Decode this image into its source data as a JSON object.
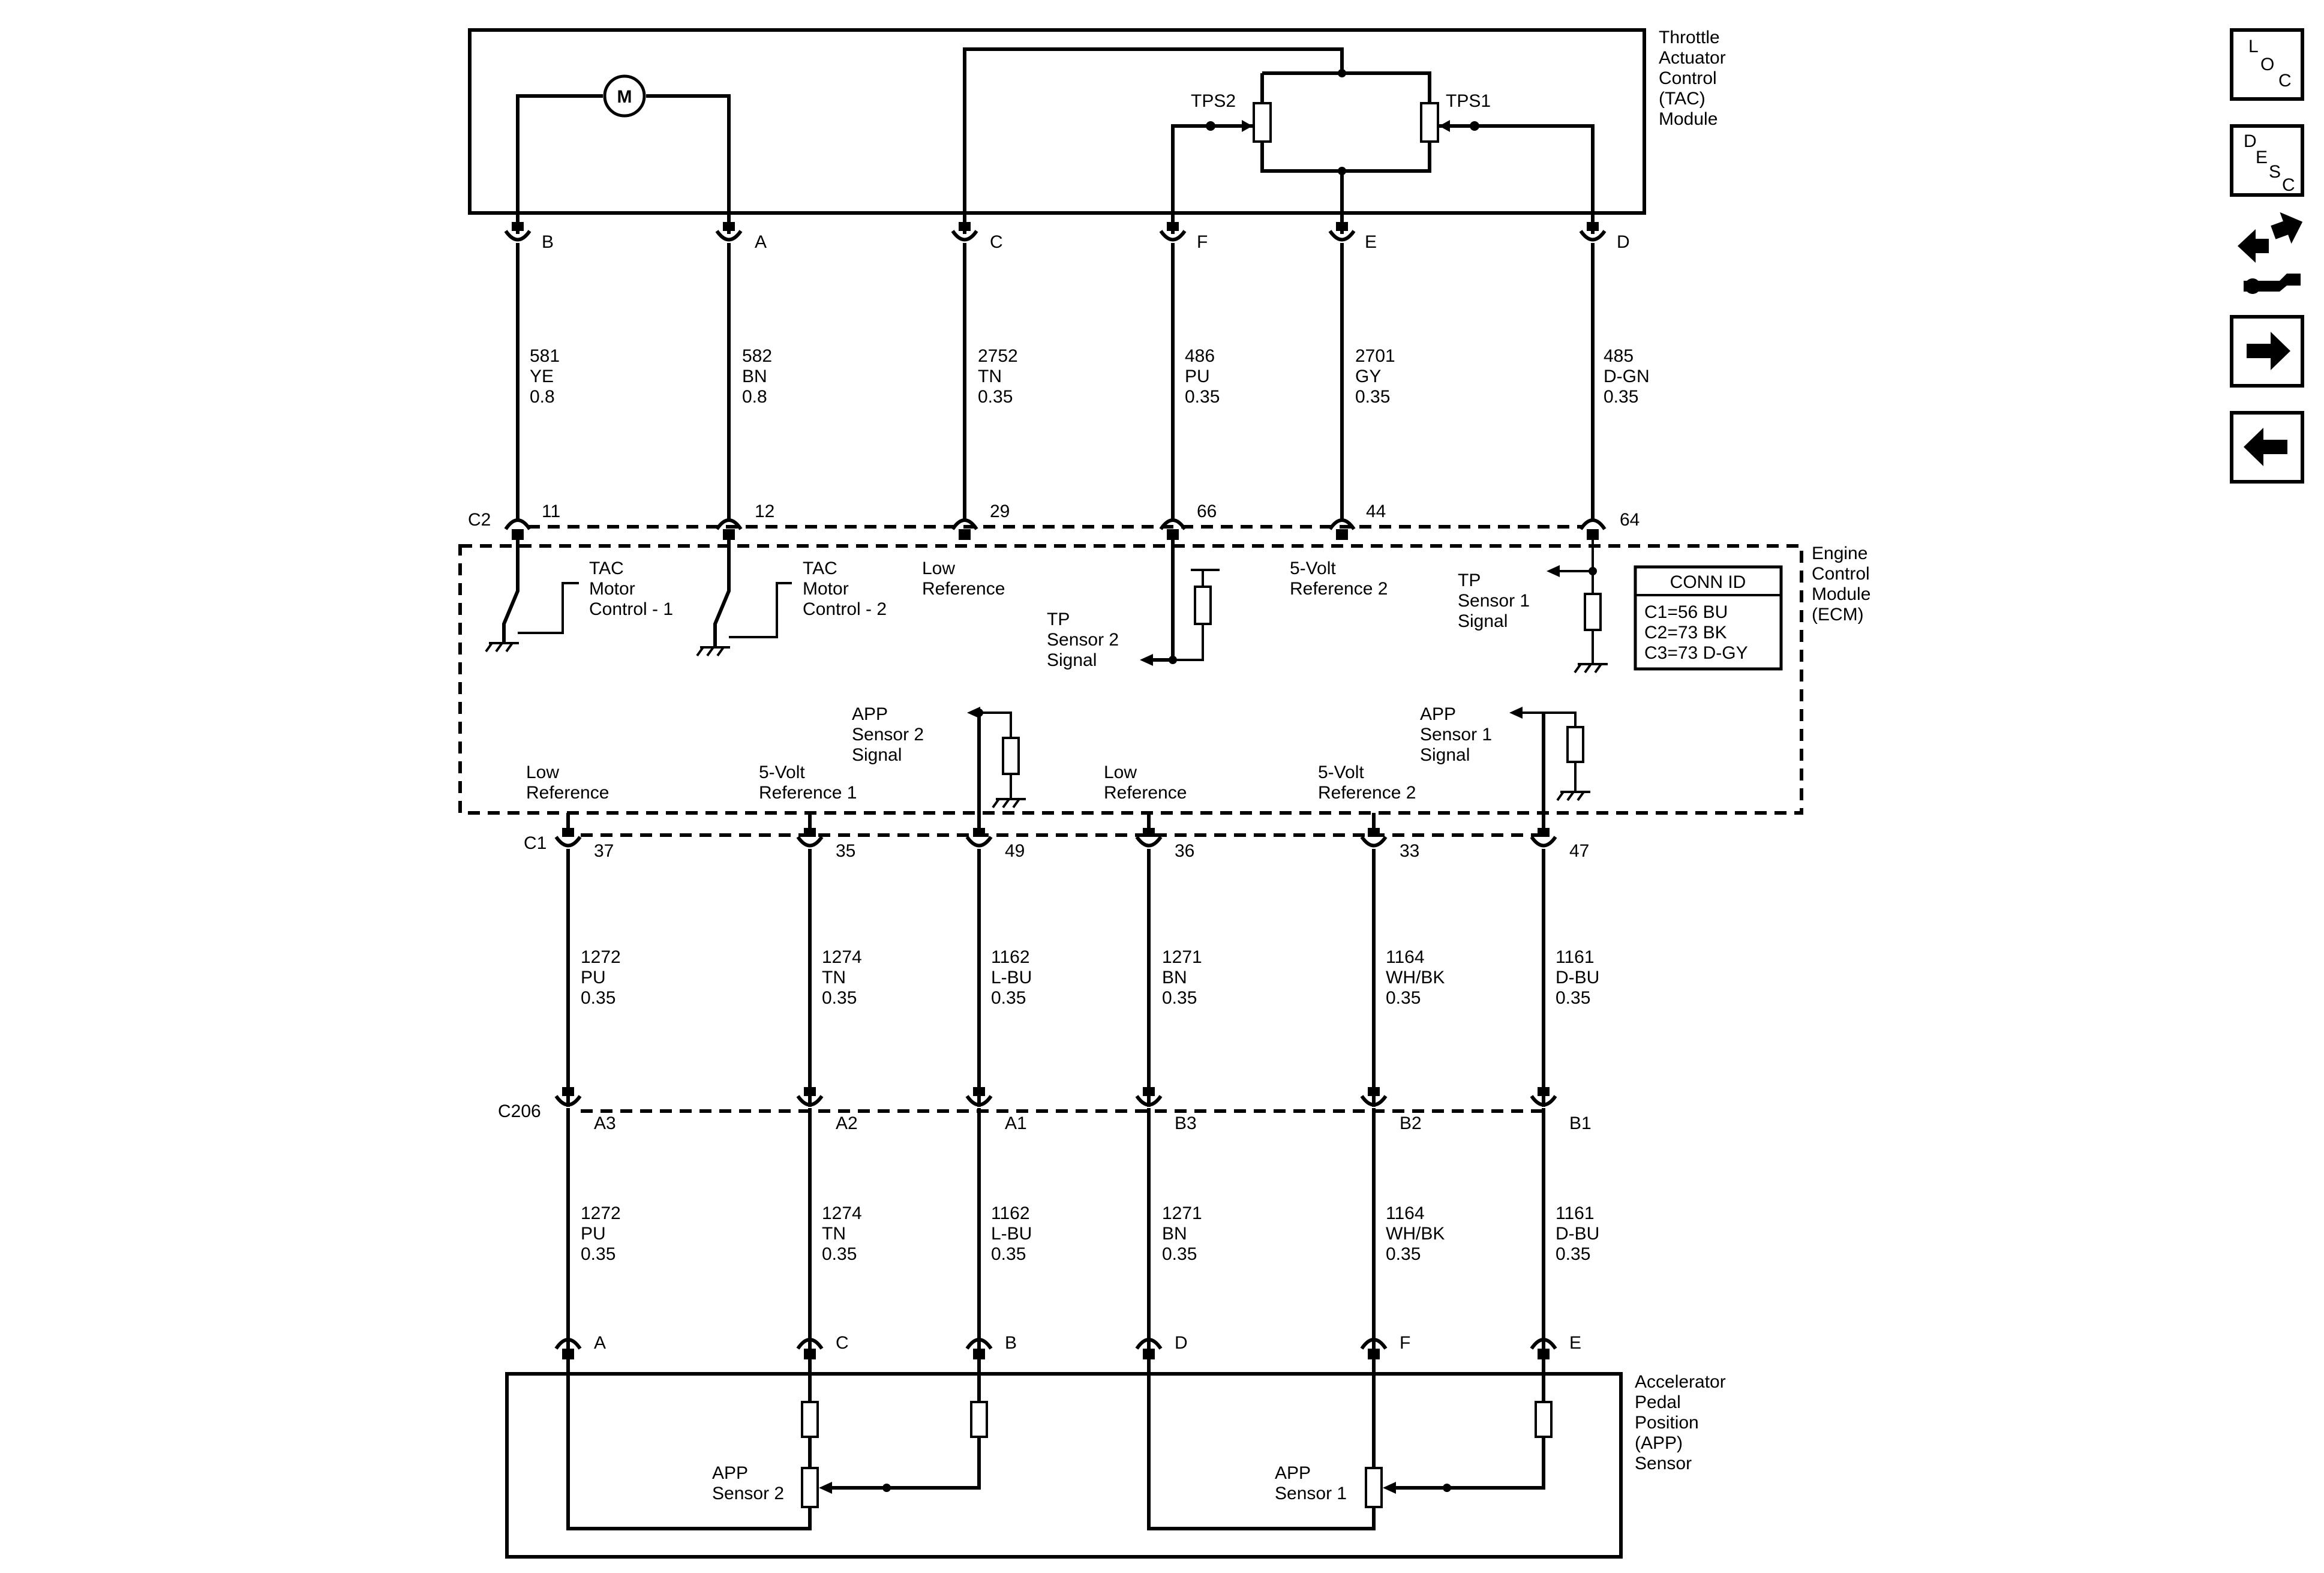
{
  "tac_module": {
    "label": [
      "Throttle",
      "Actuator",
      "Control",
      "(TAC)",
      "Module"
    ],
    "motor": "M",
    "tps1": "TPS1",
    "tps2": "TPS2"
  },
  "ecm": {
    "label": [
      "Engine",
      "Control",
      "Module",
      "(ECM)"
    ],
    "conn_c2": "C2",
    "conn_c1": "C1"
  },
  "conn_id": {
    "title": "CONN ID",
    "rows": [
      "C1=56 BU",
      "C2=73 BK",
      "C3=73 D-GY"
    ]
  },
  "app_sensor": {
    "label": [
      "Accelerator",
      "Pedal",
      "Position",
      "(APP)",
      "Sensor"
    ],
    "sensor2": [
      "APP",
      "Sensor 2"
    ],
    "sensor1": [
      "APP",
      "Sensor 1"
    ]
  },
  "inline_connector": "C206",
  "top_circuits": [
    {
      "tac_pin": "B",
      "circuit": "581",
      "color": "YE",
      "gauge": "0.8",
      "ecm_pin": "11",
      "ecm_label": [
        "TAC",
        "Motor",
        "Control - 1"
      ]
    },
    {
      "tac_pin": "A",
      "circuit": "582",
      "color": "BN",
      "gauge": "0.8",
      "ecm_pin": "12",
      "ecm_label": [
        "TAC",
        "Motor",
        "Control - 2"
      ]
    },
    {
      "tac_pin": "C",
      "circuit": "2752",
      "color": "TN",
      "gauge": "0.35",
      "ecm_pin": "29",
      "ecm_label": [
        "Low",
        "Reference"
      ]
    },
    {
      "tac_pin": "F",
      "circuit": "486",
      "color": "PU",
      "gauge": "0.35",
      "ecm_pin": "66",
      "ecm_label": [
        "TP",
        "Sensor 2",
        "Signal"
      ]
    },
    {
      "tac_pin": "E",
      "circuit": "2701",
      "color": "GY",
      "gauge": "0.35",
      "ecm_pin": "44",
      "ecm_label": [
        "5-Volt",
        "Reference 2"
      ]
    },
    {
      "tac_pin": "D",
      "circuit": "485",
      "color": "D-GN",
      "gauge": "0.35",
      "ecm_pin": "64",
      "ecm_label": [
        "TP",
        "Sensor 1",
        "Signal"
      ]
    }
  ],
  "bottom_circuits": [
    {
      "ecm_label": [
        "Low",
        "Reference"
      ],
      "ecm_pin": "37",
      "circuit": "1272",
      "color": "PU",
      "gauge": "0.35",
      "c206_pin": "A3",
      "app_pin": "A"
    },
    {
      "ecm_label": [
        "5-Volt",
        "Reference 1"
      ],
      "ecm_pin": "35",
      "circuit": "1274",
      "color": "TN",
      "gauge": "0.35",
      "c206_pin": "A2",
      "app_pin": "C"
    },
    {
      "ecm_label": [
        "APP",
        "Sensor 2",
        "Signal"
      ],
      "ecm_pin": "49",
      "circuit": "1162",
      "color": "L-BU",
      "gauge": "0.35",
      "c206_pin": "A1",
      "app_pin": "B"
    },
    {
      "ecm_label": [
        "Low",
        "Reference"
      ],
      "ecm_pin": "36",
      "circuit": "1271",
      "color": "BN",
      "gauge": "0.35",
      "c206_pin": "B3",
      "app_pin": "D"
    },
    {
      "ecm_label": [
        "5-Volt",
        "Reference 2"
      ],
      "ecm_pin": "33",
      "circuit": "1164",
      "color": "WH/BK",
      "gauge": "0.35",
      "c206_pin": "B2",
      "app_pin": "F"
    },
    {
      "ecm_label": [
        "APP",
        "Sensor 1",
        "Signal"
      ],
      "ecm_pin": "47",
      "circuit": "1161",
      "color": "D-BU",
      "gauge": "0.35",
      "c206_pin": "B1",
      "app_pin": "E"
    }
  ],
  "nav": {
    "loc": [
      "L",
      "O",
      "C"
    ],
    "desc": [
      "D",
      "E",
      "S",
      "C"
    ]
  }
}
